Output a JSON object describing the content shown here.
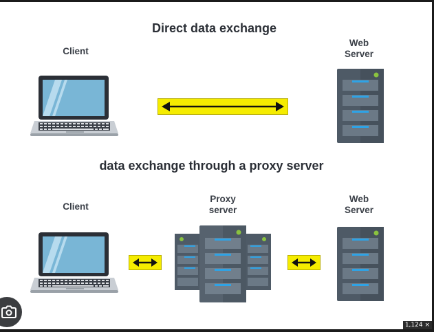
{
  "sections": {
    "direct_title": "Direct data exchange",
    "proxy_title": "data exchange through a proxy server"
  },
  "labels": {
    "client_top": "Client",
    "web_server_top_line1": "Web",
    "web_server_top_line2": "Server",
    "client_bottom": "Client",
    "proxy_line1": "Proxy",
    "proxy_line2": "server",
    "web_server_bottom_line1": "Web",
    "web_server_bottom_line2": "Server"
  },
  "overlay": {
    "page_tag": "1,124 ×"
  },
  "colors": {
    "arrow_fill": "#f5ec00",
    "server_body": "#4e5a66",
    "server_slot": "#6b7986",
    "server_led": "#8ac33f",
    "server_stripe": "#2ea3e6",
    "laptop_screen": "#79b6d6",
    "laptop_frame": "#2b2f36"
  },
  "icons": [
    "laptop-icon",
    "server-icon",
    "double-arrow-icon",
    "camera-search-icon"
  ]
}
